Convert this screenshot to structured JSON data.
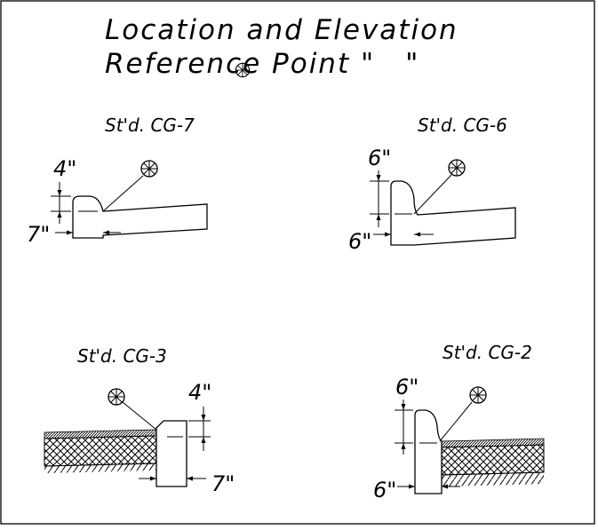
{
  "title": {
    "line1": "Location and Elevation",
    "line2": "Reference Point \"",
    "line2_end": "\""
  },
  "details": [
    {
      "label": "St'd. CG-7",
      "dim_top": "4\"",
      "dim_side": "7\""
    },
    {
      "label": "St'd. CG-6",
      "dim_top": "6\"",
      "dim_side": "6\""
    },
    {
      "label": "St'd. CG-3",
      "dim_top": "4\"",
      "dim_side": "7\""
    },
    {
      "label": "St'd. CG-2",
      "dim_top": "6\"",
      "dim_side": "6\""
    }
  ],
  "icons": {
    "reference_point": "circled-asterisk-icon"
  }
}
